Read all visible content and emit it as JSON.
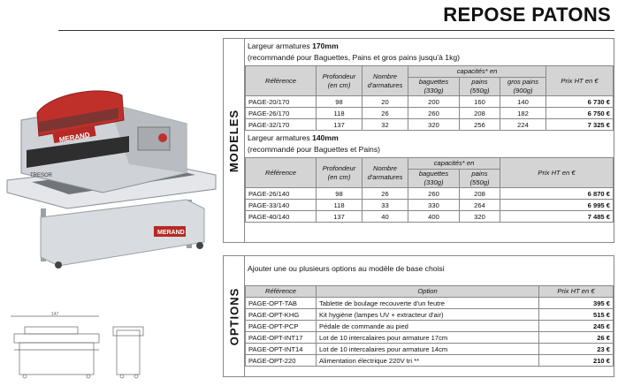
{
  "page": {
    "title": "REPOSE PATONS"
  },
  "models": {
    "section_label": "MODELES",
    "g170": {
      "heading_pre": "Largeur armatures ",
      "heading_bold": "170mm",
      "subheading": "(recommandé pour Baguettes, Pains et gros pains jusqu'à 1kg)",
      "headers": {
        "reference": "Référence",
        "depth": "Profondeur (en cm)",
        "count": "Nombre d'armatures",
        "capacity": "capacités* en",
        "baguettes": "baguettes (330g)",
        "pains": "pains (550g)",
        "gros_pains": "gros pains (900g)",
        "price": "Prix HT en €"
      },
      "rows": [
        {
          "ref": "PAGE-20/170",
          "depth": "98",
          "count": "20",
          "baguettes": "200",
          "pains": "160",
          "gros": "140",
          "price": "6 730 €"
        },
        {
          "ref": "PAGE-26/170",
          "depth": "118",
          "count": "26",
          "baguettes": "260",
          "pains": "208",
          "gros": "182",
          "price": "6 750 €"
        },
        {
          "ref": "PAGE-32/170",
          "depth": "137",
          "count": "32",
          "baguettes": "320",
          "pains": "256",
          "gros": "224",
          "price": "7 325 €"
        }
      ]
    },
    "g140": {
      "heading_pre": "Largeur armatures ",
      "heading_bold": "140mm",
      "subheading": "(recommandé pour Baguettes et Pains)",
      "headers": {
        "reference": "Référence",
        "depth": "Profondeur (en cm)",
        "count": "Nombre d'armatures",
        "capacity": "capacités* en",
        "baguettes": "baguettes (330g)",
        "pains": "pains (550g)",
        "price": "Prix HT en €"
      },
      "rows": [
        {
          "ref": "PAGE-26/140",
          "depth": "98",
          "count": "26",
          "baguettes": "260",
          "pains": "208",
          "price": "6 870 €"
        },
        {
          "ref": "PAGE-33/140",
          "depth": "118",
          "count": "33",
          "baguettes": "330",
          "pains": "264",
          "price": "6 995 €"
        },
        {
          "ref": "PAGE-40/140",
          "depth": "137",
          "count": "40",
          "baguettes": "400",
          "pains": "320",
          "price": "7 485 €"
        }
      ]
    }
  },
  "options": {
    "section_label": "OPTIONS",
    "intro": "Ajouter une ou plusieurs options au modèle de base choisi",
    "headers": {
      "reference": "Référence",
      "option": "Option",
      "price": "Prix HT en €"
    },
    "rows": [
      {
        "ref": "PAGE-OPT-TAB",
        "label": "Tablette de boulage recouverte d'un feutre",
        "price": "395 €"
      },
      {
        "ref": "PAGE-OPT-KHG",
        "label": "Kit hygiène (lampes UV + extracteur d'air)",
        "price": "515 €"
      },
      {
        "ref": "PAGE-OPT-PCP",
        "label": "Pédale de commande au pied",
        "price": "245 €"
      },
      {
        "ref": "PAGE-OPT-INT17",
        "label": "Lot de 10 intercalaires pour armature 17cm",
        "price": "26 €"
      },
      {
        "ref": "PAGE-OPT-INT14",
        "label": "Lot de 10 intercalaires pour armature 14cm",
        "price": "23 €"
      },
      {
        "ref": "PAGE-OPT-220",
        "label": "Alimentation électrique 220V tri **",
        "price": "210 €"
      }
    ]
  },
  "machine": {
    "brand": "MERAND",
    "model_badge": "TRESOR"
  },
  "drawing": {
    "width_dim": "147"
  },
  "colors": {
    "header_bg": "#d4d4d4",
    "machine_red": "#c0302b",
    "machine_grey": "#cfd2d6"
  }
}
